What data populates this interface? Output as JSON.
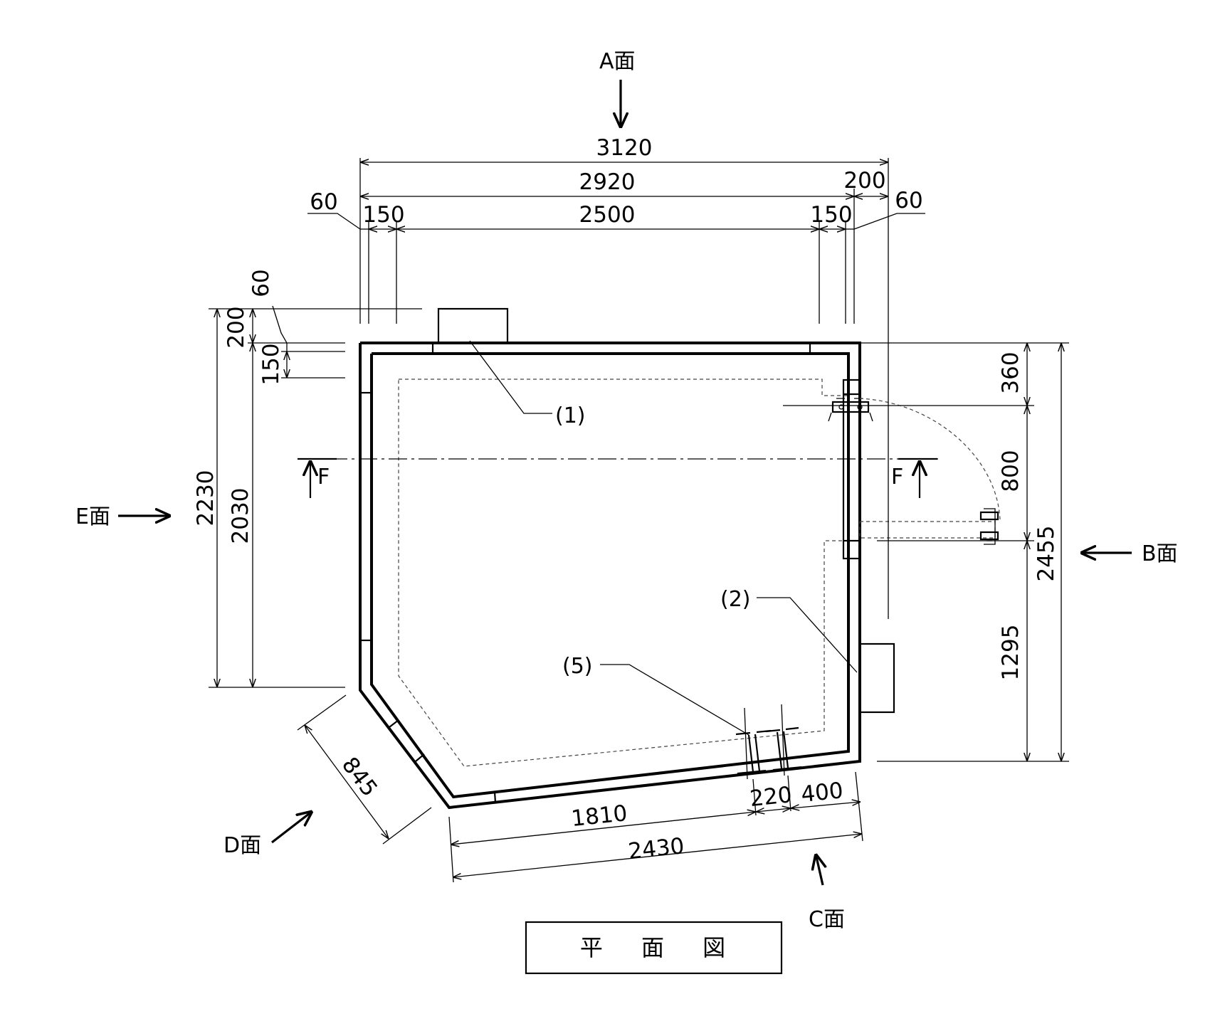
{
  "title": "平 面 図",
  "views": {
    "a": "A面",
    "b": "B面",
    "c": "C面",
    "d": "D面",
    "e": "E面"
  },
  "section_marks": {
    "left": "F",
    "right": "F"
  },
  "callouts": {
    "c1": "(1)",
    "c2": "(2)",
    "c5": "(5)"
  },
  "dimensions": {
    "top_3120": "3120",
    "top_2920": "2920",
    "top_200": "200",
    "top_60_left": "60",
    "top_150_left": "150",
    "top_2500": "2500",
    "top_150_right": "150",
    "top_60_right": "60",
    "left_60": "60",
    "left_200": "200",
    "left_150": "150",
    "left_2230": "2230",
    "left_2030": "2030",
    "right_360": "360",
    "right_800": "800",
    "right_2455": "2455",
    "right_1295": "1295",
    "bottom_1810": "1810",
    "bottom_220": "220",
    "bottom_400": "400",
    "bottom_2430": "2430",
    "diag_845": "845"
  },
  "colors": {
    "line": "#000000",
    "background": "#ffffff"
  }
}
